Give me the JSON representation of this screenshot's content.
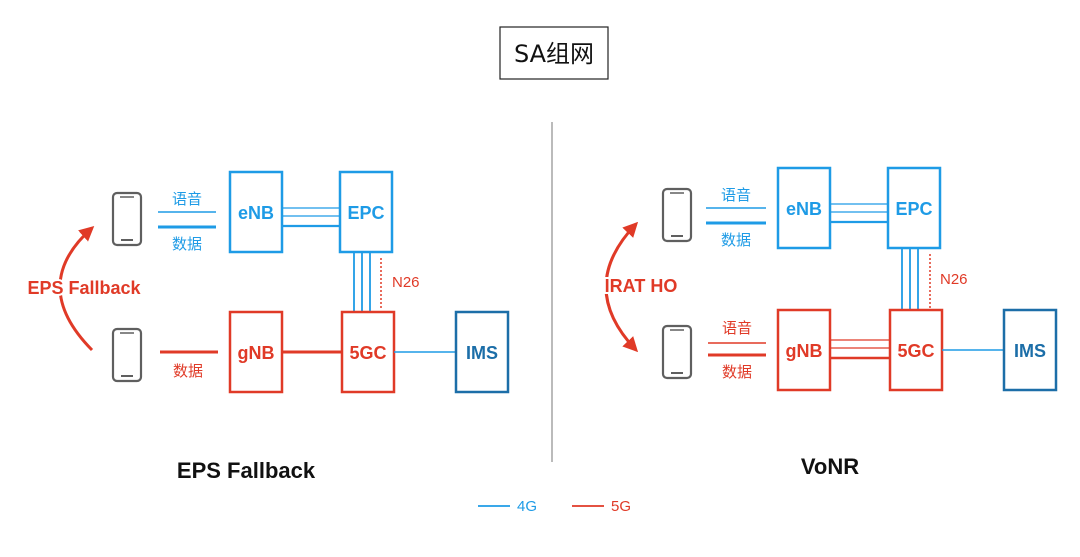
{
  "title": "SA组网",
  "colors": {
    "lte": "#1e9be6",
    "nr": "#e03a27",
    "ims": "#1c6ea8",
    "phone": "#5f5f5f"
  },
  "left": {
    "caption": "EPS Fallback",
    "arrow_label": "EPS Fallback",
    "voice_label": "语音",
    "data_label_top": "数据",
    "data_label_bottom": "数据",
    "enb": "eNB",
    "epc": "EPC",
    "gnb": "gNB",
    "core5g": "5GC",
    "ims": "IMS",
    "n26": "N26"
  },
  "right": {
    "caption": "VoNR",
    "arrow_label": "IRAT HO",
    "voice_label_top": "语音",
    "data_label_top": "数据",
    "voice_label_bottom": "语音",
    "data_label_bottom": "数据",
    "enb": "eNB",
    "epc": "EPC",
    "gnb": "gNB",
    "core5g": "5GC",
    "ims": "IMS",
    "n26": "N26"
  },
  "legend": {
    "lte": "4G",
    "nr": "5G"
  }
}
